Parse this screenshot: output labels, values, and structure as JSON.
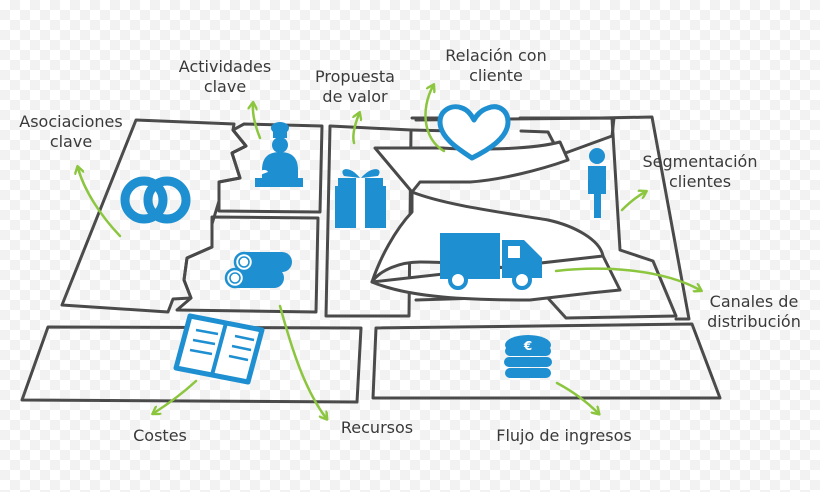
{
  "colors": {
    "stroke": "#4a4a4a",
    "icon": "#1e8fd0",
    "arrow": "#8cc63f"
  },
  "labels": {
    "asociaciones": "Asociaciones\nclave",
    "actividades": "Actividades\nclave",
    "propuesta": "Propuesta\nde valor",
    "relacion": "Relación con\ncliente",
    "segmentacion": "Segmentación\nclientes",
    "canales": "Canales de\ndistribución",
    "recursos": "Recursos",
    "costes": "Costes",
    "flujo": "Flujo de ingresos"
  },
  "icons": {
    "asociaciones": "rings-icon",
    "actividades": "chef-icon",
    "propuesta": "gift-icon",
    "relacion": "heart-icon",
    "segmentacion": "person-icon",
    "canales": "truck-icon",
    "recursos": "logs-icon",
    "costes": "book-icon",
    "flujo": "coins-icon"
  }
}
